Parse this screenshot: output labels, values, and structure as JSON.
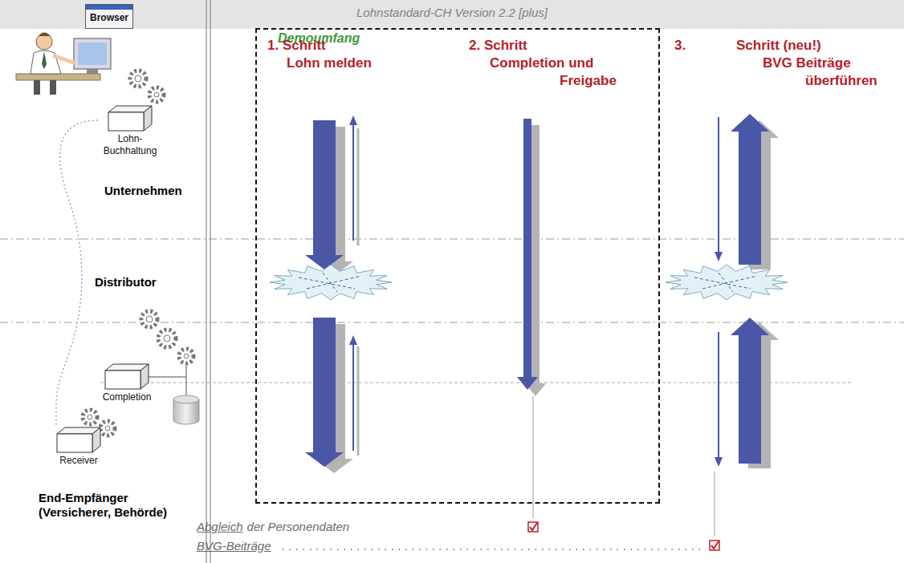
{
  "diagram": {
    "title": "Lohnstandard-CH Version 2.2 [plus]",
    "nodes": [
      {
        "text": [
          "Browser"
        ]
      },
      {
        "text": [
          "Lohn- Buchhaltung"
        ]
      },
      {
        "text": [
          "Demoumfang"
        ]
      },
      {
        "text": [
          "Completion"
        ]
      },
      {
        "text": [
          "Receiver"
        ]
      }
    ],
    "edges": [
      {
        "from": 1,
        "to": 4,
        "arrow": "none"
      }
    ],
    "labels": [
      "Unternehmen",
      "Distributor",
      "End-Empfänger (Versicherer, Behörde)",
      "1. Schritt",
      "Lohn melden",
      "2. Schritt",
      "Completion und",
      "Freigabe",
      "3.",
      "Schritt (neu!)",
      "BVG Beiträge",
      "überführen",
      "Abgleich",
      "der Personendaten",
      "BVG-Beiträge"
    ]
  }
}
